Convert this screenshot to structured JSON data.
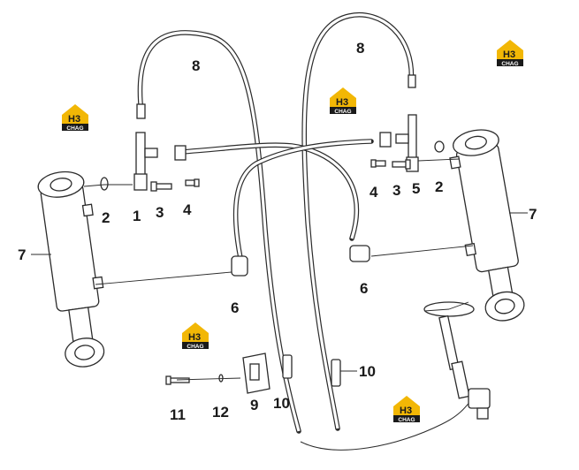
{
  "callouts": {
    "c1": "1",
    "c2a": "2",
    "c2b": "2",
    "c3a": "3",
    "c3b": "3",
    "c4a": "4",
    "c4b": "4",
    "c5": "5",
    "c6a": "6",
    "c6b": "6",
    "c7a": "7",
    "c7b": "7",
    "c8a": "8",
    "c8b": "8",
    "c9": "9",
    "c10a": "10",
    "c10b": "10",
    "c11": "11",
    "c12": "12"
  },
  "logo": {
    "letters": "H3",
    "brand": "CHAG"
  },
  "colors": {
    "line": "#2b2b2b",
    "logo_accent": "#f2b705",
    "logo_dark": "#1a1a1a"
  }
}
